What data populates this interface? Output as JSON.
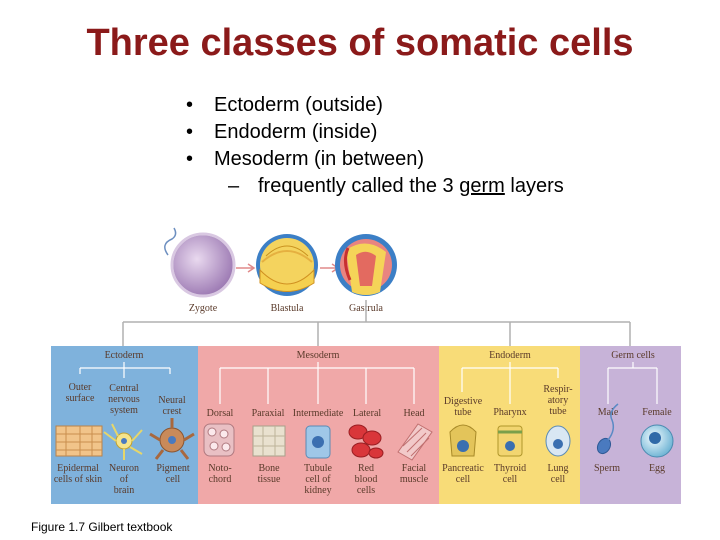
{
  "slide": {
    "title": "Three classes of somatic cells",
    "bullets": [
      "Ectoderm (outside)",
      "Endoderm (inside)",
      "Mesoderm (in between)"
    ],
    "sub_bullet_before": "frequently called the 3 ",
    "sub_bullet_underlined": "germ",
    "sub_bullet_after": " layers",
    "caption": "Figure 1.7 Gilbert textbook"
  },
  "figure": {
    "stages": [
      "Zygote",
      "Blastula",
      "Gastrula"
    ],
    "layers": {
      "ectoderm": "Ectoderm",
      "mesoderm": "Mesoderm",
      "endoderm": "Endoderm",
      "germ": "Germ cells"
    },
    "subheads": {
      "outer_surface": [
        "Outer",
        "surface"
      ],
      "cns": [
        "Central",
        "nervous",
        "system"
      ],
      "neural_crest": [
        "Neural",
        "crest"
      ],
      "dorsal": "Dorsal",
      "paraxial": "Paraxial",
      "intermediate": "Intermediate",
      "lateral": "Lateral",
      "head": "Head",
      "digestive": [
        "Digestive",
        "tube"
      ],
      "pharynx": "Pharynx",
      "respiratory": [
        "Respir-",
        "atory",
        "tube"
      ],
      "male": "Male",
      "female": "Female"
    },
    "cells": {
      "epidermal": [
        "Epidermal",
        "cells of skin"
      ],
      "neuron": [
        "Neuron",
        "of",
        "brain"
      ],
      "pigment": [
        "Pigment",
        "cell"
      ],
      "notochord": [
        "Noto-",
        "chord"
      ],
      "bone": [
        "Bone",
        "tissue"
      ],
      "tubule": [
        "Tubule",
        "cell of",
        "kidney"
      ],
      "red_blood": [
        "Red",
        "blood",
        "cells"
      ],
      "facial": [
        "Facial",
        "muscle"
      ],
      "pancreatic": [
        "Pancreatic",
        "cell"
      ],
      "thyroid": [
        "Thyroid",
        "cell"
      ],
      "lung": [
        "Lung",
        "cell"
      ],
      "sperm": "Sperm",
      "egg": "Egg"
    },
    "colors": {
      "title": "#8b1a1a",
      "ectoderm_panel": "#7fb2dc",
      "mesoderm_panel": "#f0a8a8",
      "endoderm_panel": "#f8dc78",
      "germ_panel": "#c7b3d8"
    }
  }
}
